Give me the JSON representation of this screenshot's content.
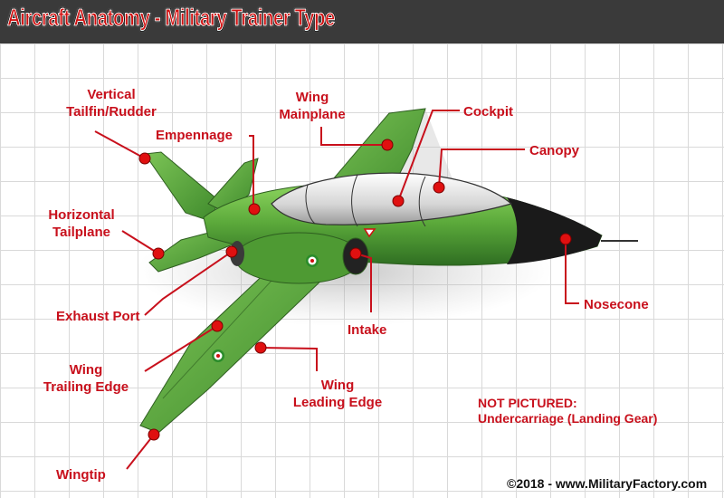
{
  "title": "Aircraft Anatomy - Military Trainer Type",
  "labels": {
    "vertical_tailfin": "Vertical\nTailfin/Rudder",
    "empennage": "Empennage",
    "wing_mainplane": "Wing\nMainplane",
    "cockpit": "Cockpit",
    "canopy": "Canopy",
    "horizontal_tailplane": "Horizontal\nTailplane",
    "exhaust_port": "Exhaust Port",
    "intake": "Intake",
    "nosecone": "Nosecone",
    "wing_trailing_edge": "Wing\nTrailing Edge",
    "wing_leading_edge": "Wing\nLeading Edge",
    "wingtip": "Wingtip"
  },
  "note": {
    "line1": "NOT PICTURED:",
    "line2": "Undercarriage (Landing Gear)"
  },
  "copyright": "©2018 - www.MilitaryFactory.com",
  "colors": {
    "title_bar": "#3a3a3a",
    "label_red": "#c8101c",
    "airframe_green": "#5aa83a",
    "nosecone_black": "#1a1a1a"
  }
}
